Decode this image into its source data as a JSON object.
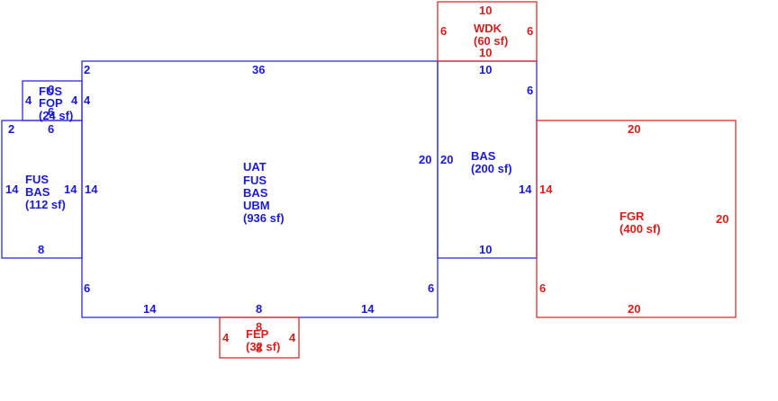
{
  "colors": {
    "living": "#1a1ad4",
    "other": "#dd1c1c",
    "background": "#ffffff"
  },
  "areas": {
    "main": {
      "lines": [
        "UAT",
        "FUS",
        "BAS",
        "UBM",
        "(936 sf)"
      ],
      "dims": {
        "top": "36",
        "top_left": "2",
        "left": "14",
        "right": "20",
        "bottom_left": "14",
        "bottom_mid": "8",
        "bottom_right": "14",
        "left_lower": "6",
        "right_lower": "6"
      }
    },
    "left_bas": {
      "lines": [
        "FUS",
        "BAS",
        "(112 sf)"
      ],
      "dims": {
        "top_left": "2",
        "top_mid": "6",
        "left": "14",
        "right": "14",
        "bottom": "8"
      }
    },
    "fop": {
      "lines": [
        "FUS",
        "FOP",
        "(24 sf)"
      ],
      "dims": {
        "top": "6",
        "left": "4",
        "right": "4",
        "bottom": "6"
      }
    },
    "right_bas": {
      "lines": [
        "BAS",
        "(200 sf)"
      ],
      "dims": {
        "top": "10",
        "left": "20",
        "right_upper": "6",
        "right": "14",
        "bottom": "10"
      }
    },
    "wdk": {
      "lines": [
        "WDK",
        "(60 sf)"
      ],
      "dims": {
        "top": "10",
        "left": "6",
        "right": "6",
        "bottom": "10"
      }
    },
    "fgr": {
      "lines": [
        "FGR",
        "(400 sf)"
      ],
      "dims": {
        "top": "20",
        "left": "14",
        "left_lower": "6",
        "right": "20",
        "bottom": "20"
      }
    },
    "fep": {
      "lines": [
        "FEP",
        "(32 sf)"
      ],
      "dims": {
        "top": "8",
        "left": "4",
        "right": "4",
        "bottom": "8"
      }
    }
  }
}
